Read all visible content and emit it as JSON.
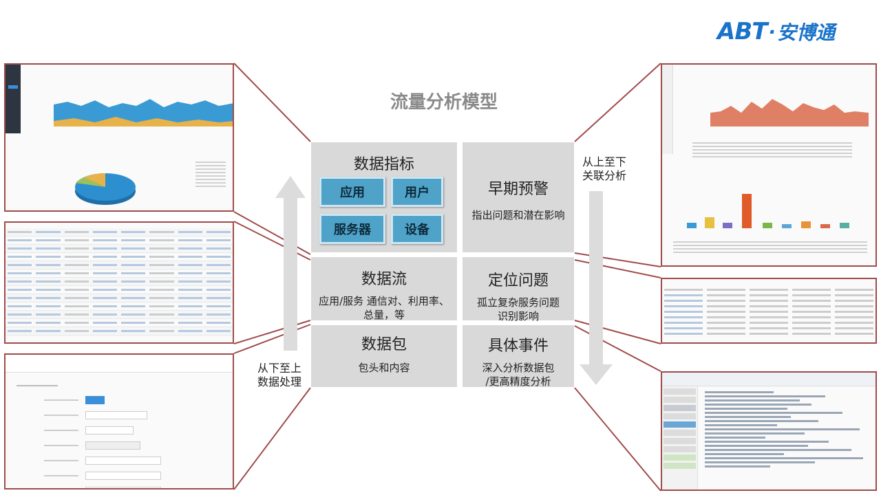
{
  "logo": {
    "latin": "ABT",
    "sep": "·",
    "chinese": "安博通"
  },
  "title": "流量分析模型",
  "metrics": {
    "heading": "数据指标",
    "buttons": [
      "应用",
      "用户",
      "服务器",
      "设备"
    ]
  },
  "dataflow": {
    "heading": "数据流",
    "line1": "应用/服务 通信对、利用率、",
    "line2": "总量，等"
  },
  "packet": {
    "heading": "数据包",
    "desc": "包头和内容"
  },
  "warning": {
    "heading": "早期预警",
    "desc": "指出问题和潜在影响"
  },
  "locate": {
    "heading": "定位问题",
    "line1": "孤立复杂服务问题",
    "line2": "识别影响"
  },
  "event": {
    "heading": "具体事件",
    "line1": "深入分析数据包",
    "line2": "/更高精度分析"
  },
  "left_arrow": {
    "line1": "从下至上",
    "line2": "数据处理"
  },
  "right_arrow": {
    "line1": "从上至下",
    "line2": "关联分析"
  },
  "colors": {
    "box": "#d9d9d9",
    "button": "#4fa3c9",
    "frame": "#a04a4a",
    "logo": "#1a73c9",
    "chart_area": "#3a9bd4",
    "chart_red": "#d9694a"
  }
}
